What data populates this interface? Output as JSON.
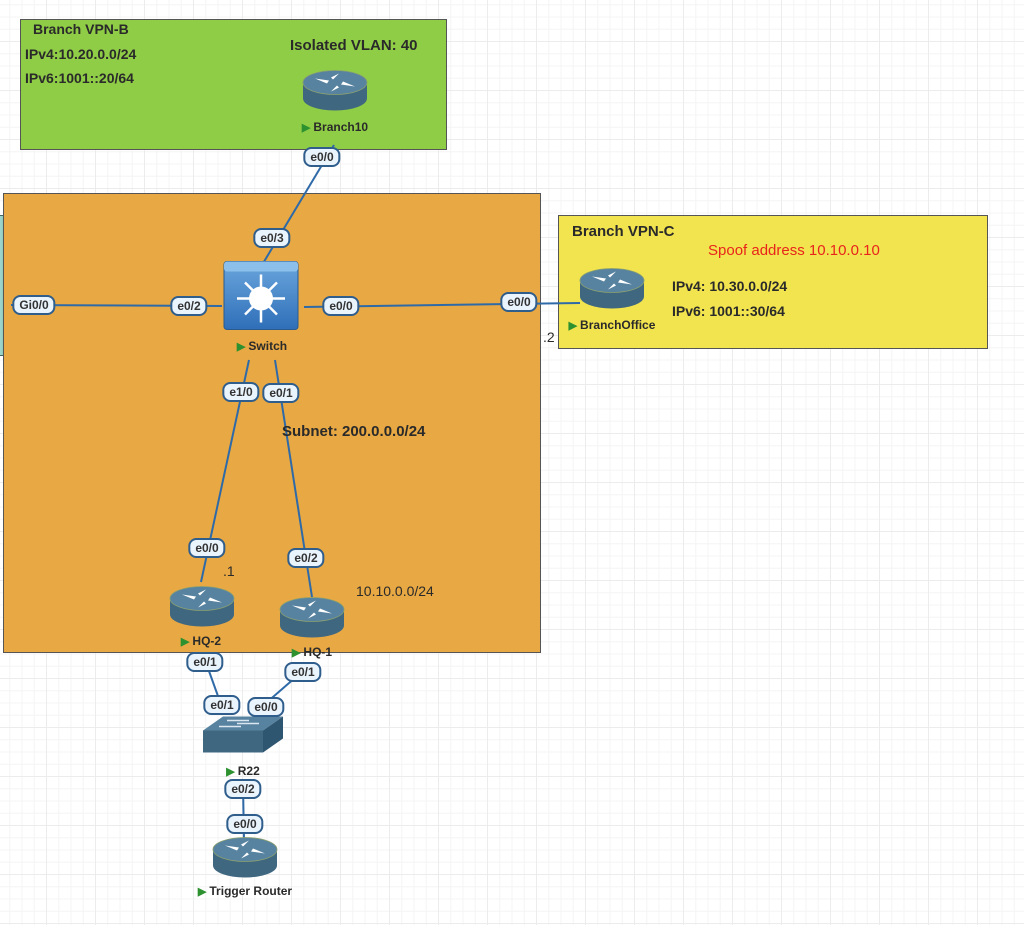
{
  "zones": {
    "branch_b": {
      "title": "Branch VPN-B",
      "ipv4": "IPv4:10.20.0.0/24",
      "ipv6": "IPv6:1001::20/64",
      "note": "Isolated VLAN: 40",
      "color": "#8fcd46"
    },
    "hq": {
      "subnet": "Subnet: 200.0.0.0/24",
      "lan": "10.10.0.0/24",
      "color": "#e8a843"
    },
    "branch_c": {
      "title": "Branch VPN-C",
      "note": "Spoof address 10.10.0.10",
      "ipv4": "IPv4: 10.30.0.0/24",
      "ipv6": "IPv6: 1001::30/64",
      "color": "#f2e44f",
      "note_color": "#e8241b"
    }
  },
  "nodes": {
    "branch10": {
      "label": "Branch10",
      "type": "router"
    },
    "switch": {
      "label": "Switch",
      "type": "l3-switch"
    },
    "branch_office": {
      "label": "BranchOffice",
      "type": "router"
    },
    "hq2": {
      "label": "HQ-2",
      "type": "router"
    },
    "hq1": {
      "label": "HQ-1",
      "type": "router"
    },
    "r22": {
      "label": "R22",
      "type": "switch"
    },
    "trigger": {
      "label": "Trigger Router",
      "type": "router"
    }
  },
  "ports": {
    "branch10_e00": "e0/0",
    "switch_e03": "e0/3",
    "left_gi00": "Gi0/0",
    "switch_e02": "e0/2",
    "switch_e00": "e0/0",
    "branchoffice_e00": "e0/0",
    "switch_e10": "e1/0",
    "switch_e01": "e0/1",
    "hq2_e00": "e0/0",
    "hq1_e02": "e0/2",
    "hq2_e01": "e0/1",
    "hq1_e01": "e0/1",
    "r22_e01": "e0/1",
    "r22_e00": "e0/0",
    "r22_e02": "e0/2",
    "trigger_e00": "e0/0"
  },
  "addresses": {
    "hq2_host": ".1",
    "branchoffice_host": ".2"
  },
  "colors": {
    "link": "#2f6aa8",
    "running_indicator": "#2d9130"
  }
}
